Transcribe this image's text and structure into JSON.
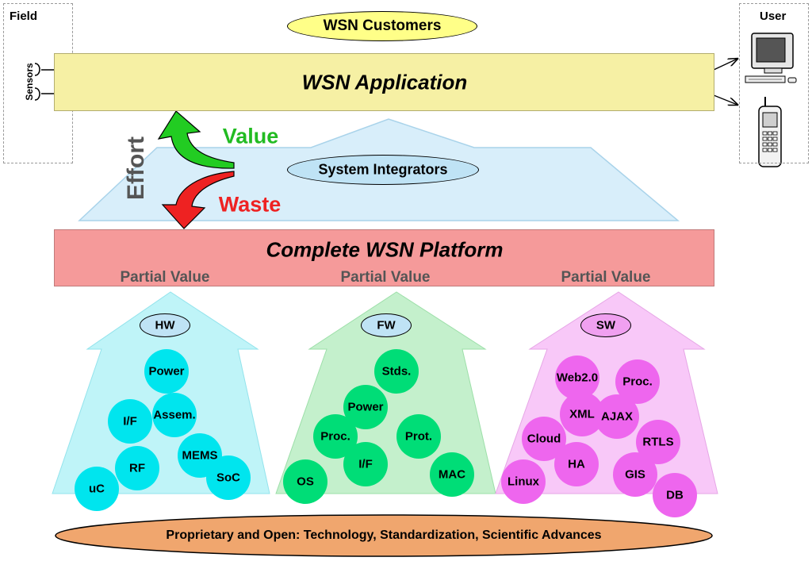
{
  "field": {
    "title": "Field",
    "sensors_label": "Sensors"
  },
  "user": {
    "title": "User",
    "devices": [
      "computer-icon",
      "mobile-phone-icon"
    ]
  },
  "customers": {
    "label": "WSN Customers"
  },
  "application": {
    "label": "WSN Application"
  },
  "effort": {
    "label": "Effort",
    "value_label": "Value",
    "waste_label": "Waste"
  },
  "integrators": {
    "label": "System Integrators"
  },
  "platform": {
    "label": "Complete WSN Platform"
  },
  "columns": [
    {
      "partial_label": "Partial Value",
      "tag": "HW",
      "color": "#00e5ee",
      "nodes": [
        "Power",
        "I/F",
        "Assem.",
        "MEMS",
        "RF",
        "SoC",
        "uC"
      ]
    },
    {
      "partial_label": "Partial Value",
      "tag": "FW",
      "color": "#00dd77",
      "nodes": [
        "Stds.",
        "Power",
        "Proc.",
        "Prot.",
        "I/F",
        "OS",
        "MAC"
      ]
    },
    {
      "partial_label": "Partial Value",
      "tag": "SW",
      "color": "#ee66ee",
      "nodes": [
        "Web2.0",
        "Proc.",
        "XML",
        "AJAX",
        "Cloud",
        "RTLS",
        "HA",
        "GIS",
        "Linux",
        "DB"
      ]
    }
  ],
  "foundation": {
    "label": "Proprietary and Open: Technology, Standardization, Scientific Advances"
  },
  "colors": {
    "application_fill": "#f6f0a4",
    "platform_fill": "#f59a9a",
    "customers_fill": "#ffff88",
    "integrators_fill": "#bfe3f5",
    "integrators_arrow": "#d8eefa",
    "foundation_fill": "#f0a66e",
    "value_arrow": "#22cc22",
    "waste_arrow": "#ee2222",
    "hw_arrow": "#bff4f8",
    "fw_arrow": "#c4f0cc",
    "sw_arrow": "#f8c8f8",
    "tag_fill": "#bfe3f5"
  }
}
